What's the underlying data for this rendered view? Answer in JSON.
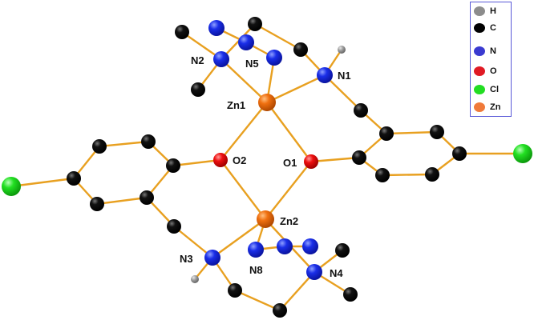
{
  "figure": {
    "type": "molecular-structure",
    "description": "Dinuclear zinc complex with bridging phenoxide oxygens"
  },
  "legend": {
    "items": [
      {
        "element": "H",
        "label": "H",
        "color": "#8c8c8c"
      },
      {
        "element": "C",
        "label": "C",
        "color": "#000000"
      },
      {
        "element": "N",
        "label": "N",
        "color": "#3a3ad0"
      },
      {
        "element": "O",
        "label": "O",
        "color": "#e01a24"
      },
      {
        "element": "Cl",
        "label": "Cl",
        "color": "#22dd22"
      },
      {
        "element": "Zn",
        "label": "Zn",
        "color": "#f07a3a"
      }
    ]
  },
  "labels": {
    "zn1": "Zn1",
    "zn2": "Zn2",
    "o1": "O1",
    "o2": "O2",
    "n1": "N1",
    "n2": "N2",
    "n3": "N3",
    "n4": "N4",
    "n5": "N5",
    "n8": "N8"
  },
  "colors": {
    "bond": "#e8a020",
    "legend_border": "#5a5ad8"
  }
}
